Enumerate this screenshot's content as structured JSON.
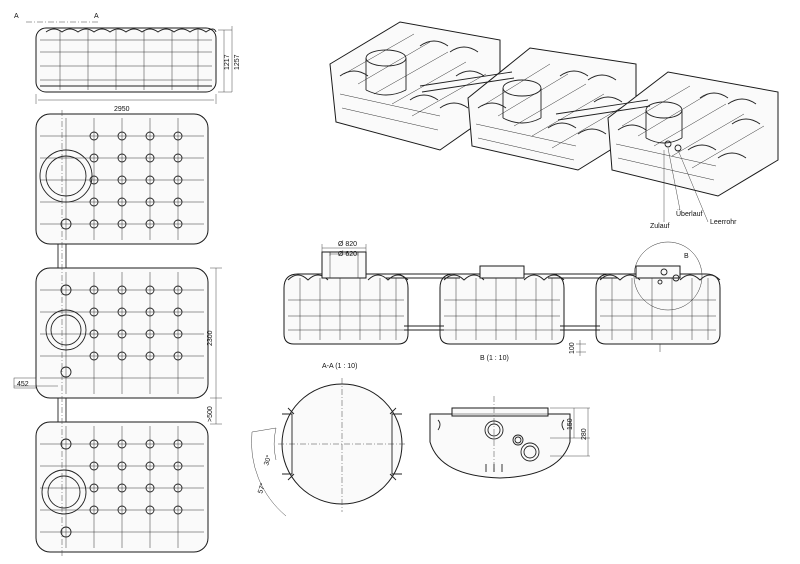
{
  "labels": {
    "section_marker": "A",
    "dim_length": "2950",
    "dim_height_1": "1217",
    "dim_height_2": "1257",
    "dim_module": "2300",
    "dim_pipe": "452",
    "dim_spacing": ">500",
    "dia_outer": "Ø 820",
    "dia_inner": "Ø 620",
    "dim_gap": "100",
    "dim_150": "150",
    "dim_280": "280",
    "angle_1": "30°",
    "angle_2": "57°",
    "detail_marker": "B",
    "section_aa": "A-A (1 : 10)",
    "detail_b": "B (1 : 10)",
    "overflow": "Überlauf",
    "inlet": "Zulauf",
    "drain": "Leerrohr"
  },
  "colors": {
    "line": "#222222",
    "paper": "#ffffff"
  }
}
